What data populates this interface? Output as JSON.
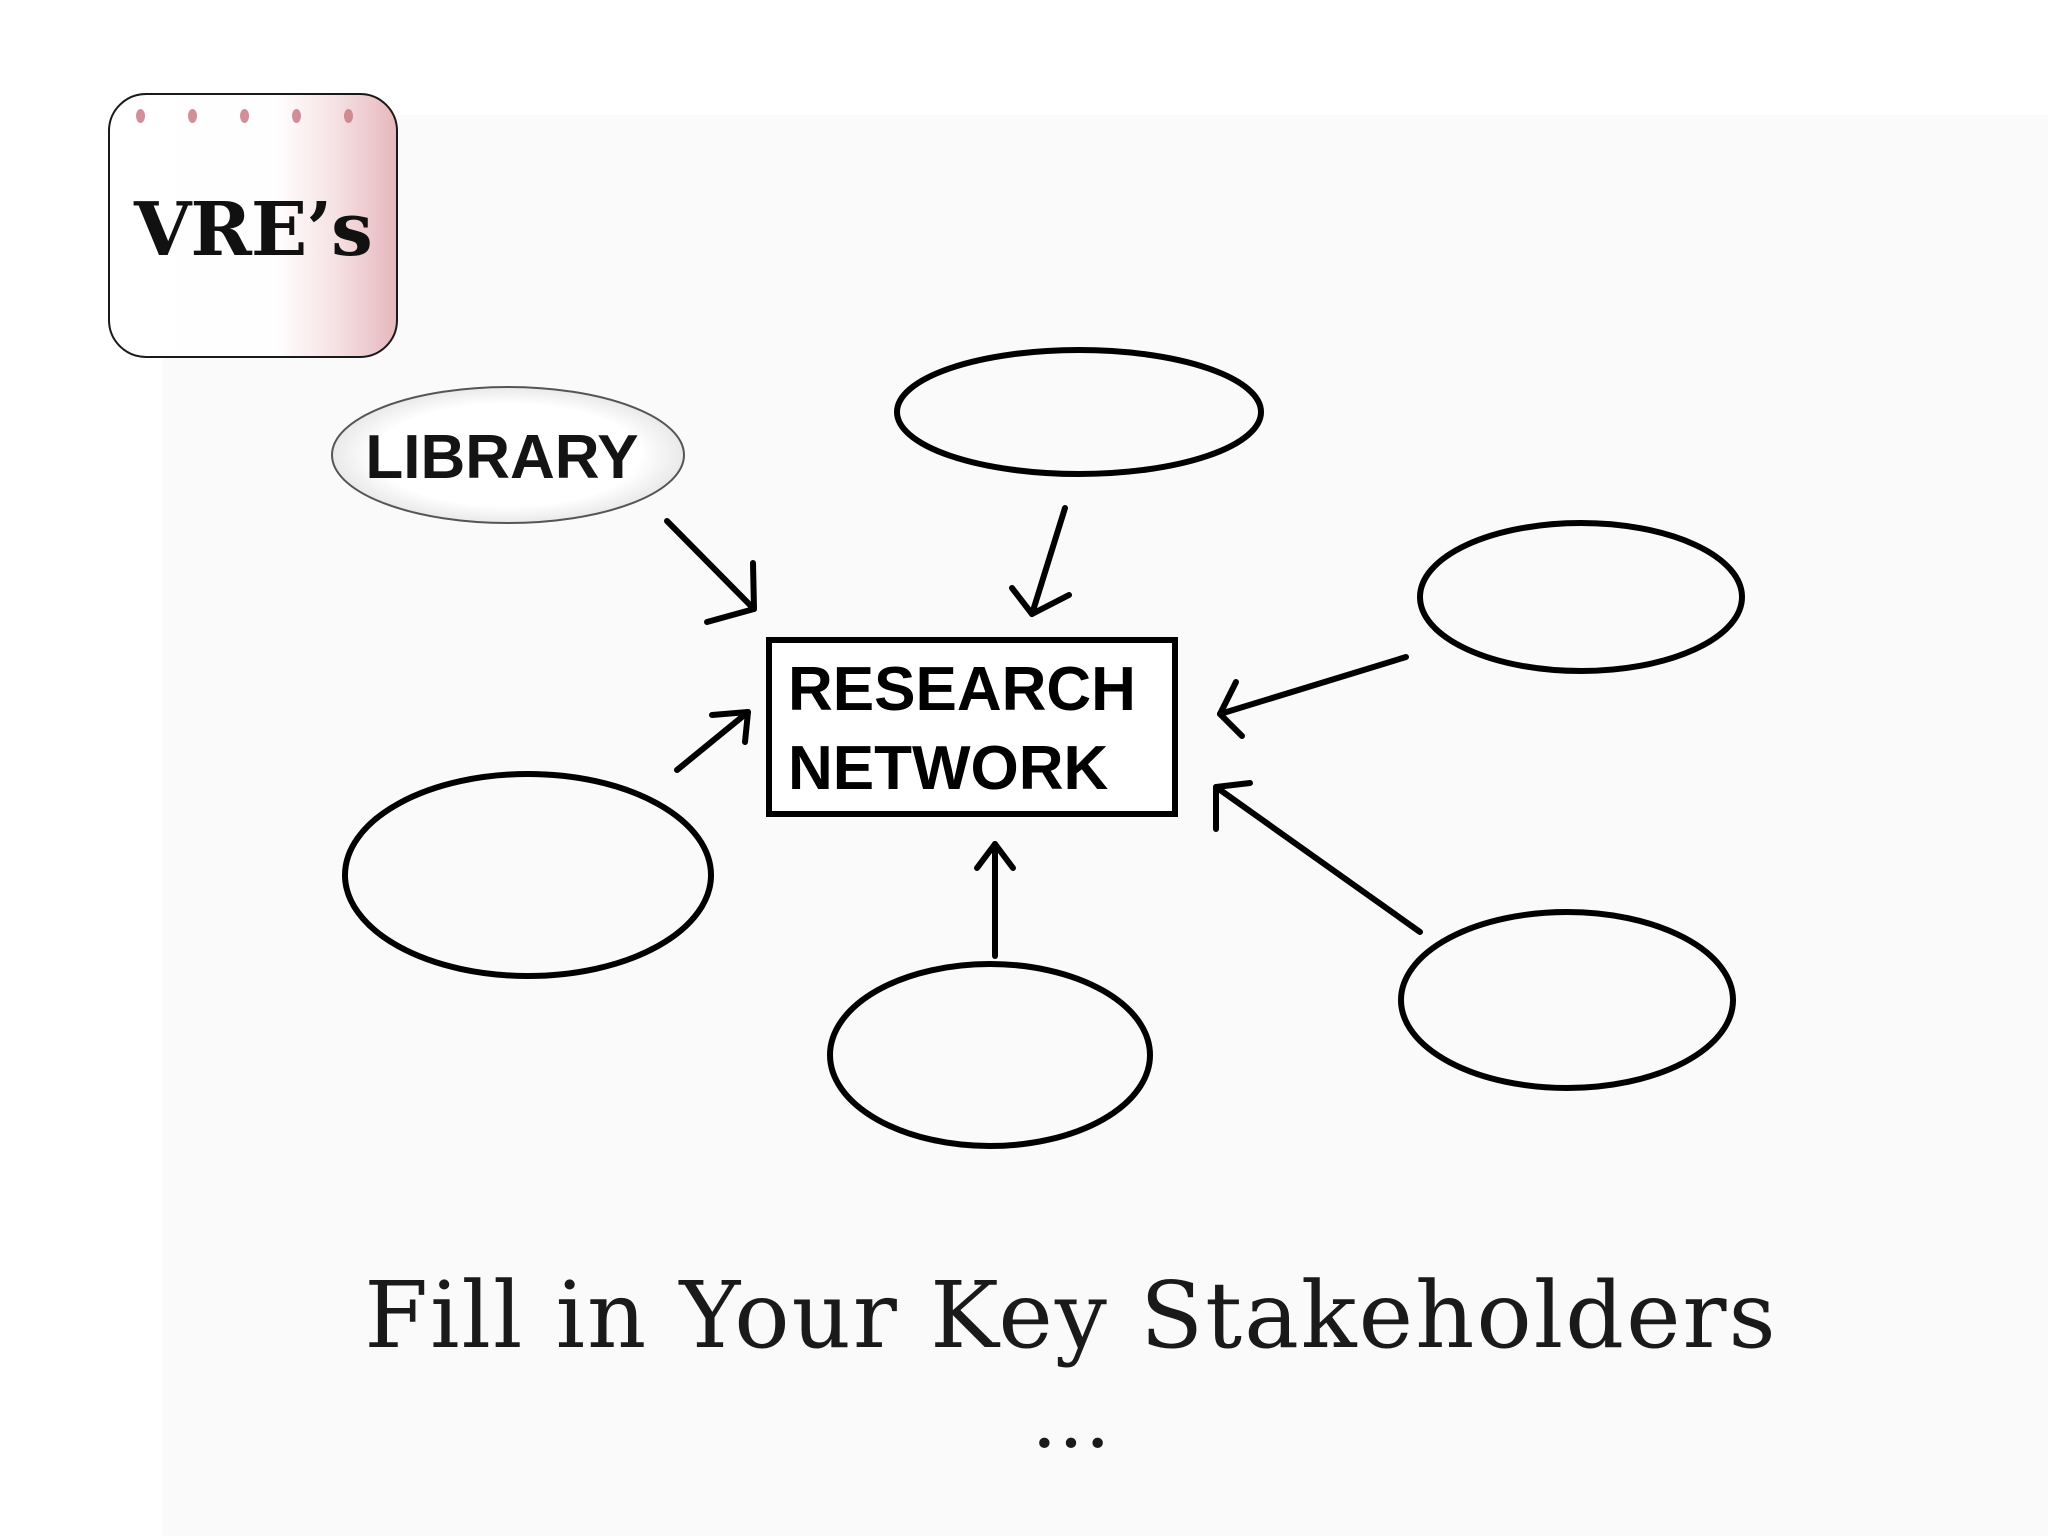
{
  "badge": {
    "label": "VRE’s"
  },
  "diagram": {
    "center_node": {
      "line1": "RESEARCH",
      "line2": "NETWORK"
    },
    "labeled_node": "LIBRARY",
    "empty_nodes": [
      {
        "name": "stakeholder-top"
      },
      {
        "name": "stakeholder-right-upper"
      },
      {
        "name": "stakeholder-right-lower"
      },
      {
        "name": "stakeholder-bottom"
      },
      {
        "name": "stakeholder-left"
      }
    ]
  },
  "caption": {
    "title": "Fill in Your Key Stakeholders",
    "continuation": "…"
  }
}
